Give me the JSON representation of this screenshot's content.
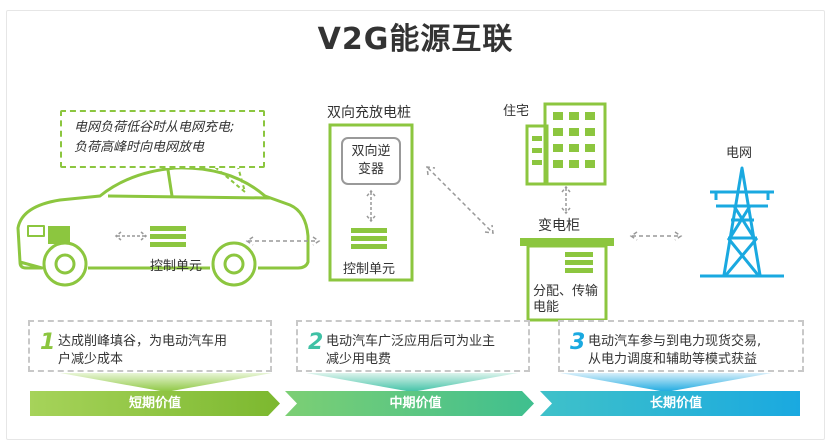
{
  "title": "V2G能源互联",
  "speech": {
    "line1": "电网负荷低谷时从电网充电;",
    "line2": "负荷高峰时向电网放电"
  },
  "car": {
    "control_unit": "控制单元"
  },
  "charger": {
    "title": "双向充放电桩",
    "inverter_line1": "双向逆",
    "inverter_line2": "变器",
    "control_unit": "控制单元"
  },
  "building": {
    "label": "住宅"
  },
  "cabinet": {
    "label": "变电柜",
    "dist_line1": "分配、传输",
    "dist_line2": "电能"
  },
  "grid": {
    "label": "电网"
  },
  "values": [
    {
      "num": "1",
      "line1": "达成削峰填谷，为电动汽车用",
      "line2": "户减少成本"
    },
    {
      "num": "2",
      "line1": "电动汽车广泛应用后可为业主",
      "line2": "减少用电费"
    },
    {
      "num": "3",
      "line1": "电动汽车参与到电力现货交易,",
      "line2": "从电力调度和辅助等模式获益"
    }
  ],
  "phases": {
    "short": "短期价值",
    "mid": "中期价值",
    "long": "长期价值"
  },
  "colors": {
    "green": "#8cc63f",
    "green_dark": "#7cb82f",
    "teal": "#3fc1a5",
    "blue": "#1aa9e0"
  }
}
